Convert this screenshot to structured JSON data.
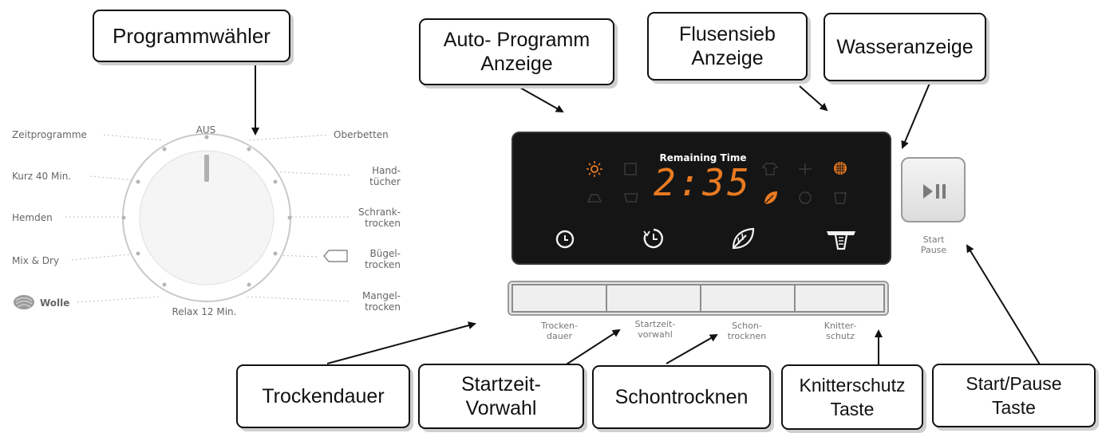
{
  "callouts": {
    "programmwaehler": "Programmwähler",
    "auto_programm_l1": "Auto- Programm",
    "auto_programm_l2": "Anzeige",
    "flusensieb_l1": "Flusensieb",
    "flusensieb_l2": "Anzeige",
    "wasseranzeige": "Wasseranzeige",
    "trockendauer": "Trockendauer",
    "startzeit_l1": "Startzeit-",
    "startzeit_l2": "Vorwahl",
    "schontrocknen": "Schontrocknen",
    "knitterschutz_l1": "Knitterschutz",
    "knitterschutz_l2": "Taste",
    "startpause_l1": "Start/Pause",
    "startpause_l2": "Taste"
  },
  "dial": {
    "aus": "AUS",
    "zeitprogramme": "Zeitprogramme",
    "kurz": "Kurz 40 Min.",
    "hemden": "Hemden",
    "mixdry": "Mix & Dry",
    "wolle": "Wolle",
    "relax": "Relax 12 Min.",
    "oberbetten": "Oberbetten",
    "hand_l1": "Hand-",
    "hand_l2": "tücher",
    "schrank_l1": "Schrank-",
    "schrank_l2": "trocken",
    "buegel_l1": "Bügel-",
    "buegel_l2": "trocken",
    "mangel_l1": "Mangel-",
    "mangel_l2": "trocken"
  },
  "display": {
    "remaining_time": "Remaining Time",
    "time": "2:35"
  },
  "buttons": {
    "trocken_l1": "Trocken-",
    "trocken_l2": "dauer",
    "startzeit_l1": "Startzeit-",
    "startzeit_l2": "vorwahl",
    "schon_l1": "Schon-",
    "schon_l2": "trocknen",
    "knitter_l1": "Knitter-",
    "knitter_l2": "schutz",
    "start_l1": "Start",
    "start_l2": "Pause"
  },
  "colors": {
    "display_bg": "#151515",
    "segment_amber": "#e87a22",
    "dim_icon": "#3a3a3a"
  }
}
